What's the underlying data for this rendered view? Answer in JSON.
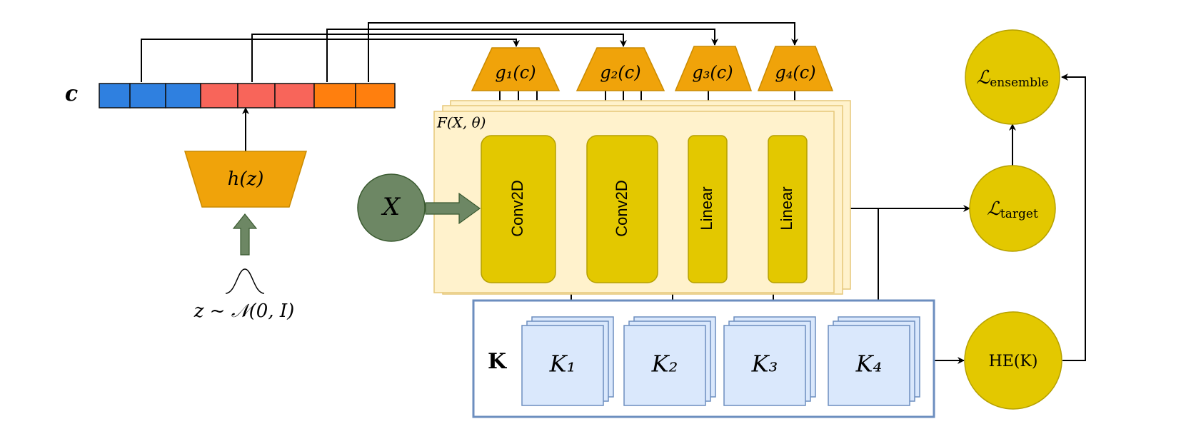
{
  "context_vector": {
    "label": "c",
    "segments": [
      {
        "color": "#2f80e0"
      },
      {
        "color": "#2f80e0"
      },
      {
        "color": "#2f80e0"
      },
      {
        "color": "#f8655a"
      },
      {
        "color": "#f8655a"
      },
      {
        "color": "#f8655a"
      },
      {
        "color": "#ff7f0e"
      },
      {
        "color": "#ff7f0e"
      }
    ]
  },
  "hypernet": {
    "h_label": "h(z)",
    "noise_label": "z ~ 𝒩(0, I)"
  },
  "generators": [
    {
      "label": "g₁(c)"
    },
    {
      "label": "g₂(c)"
    },
    {
      "label": "g₃(c)"
    },
    {
      "label": "g₄(c)"
    }
  ],
  "network": {
    "frame_label": "F(X, θ)",
    "input_label": "X",
    "layers": [
      {
        "label": "Conv2D"
      },
      {
        "label": "Conv2D"
      },
      {
        "label": "Linear"
      },
      {
        "label": "Linear"
      }
    ]
  },
  "kernels": {
    "group_label": "K",
    "items": [
      {
        "label": "K₁"
      },
      {
        "label": "K₂"
      },
      {
        "label": "K₃"
      },
      {
        "label": "K₄"
      }
    ]
  },
  "losses": {
    "target": "ℒ",
    "target_sub": "target",
    "ensemble": "ℒ",
    "ensemble_sub": "ensemble",
    "he": "HE(K)"
  },
  "colors": {
    "trapezoid": "#f0a30a",
    "layer": "#e3c800",
    "frame": "#fff2cc",
    "kernel": "#dae8fc",
    "kernel_border": "#6c8ebf",
    "input": "#6d8764",
    "loss": "#e3c800"
  }
}
